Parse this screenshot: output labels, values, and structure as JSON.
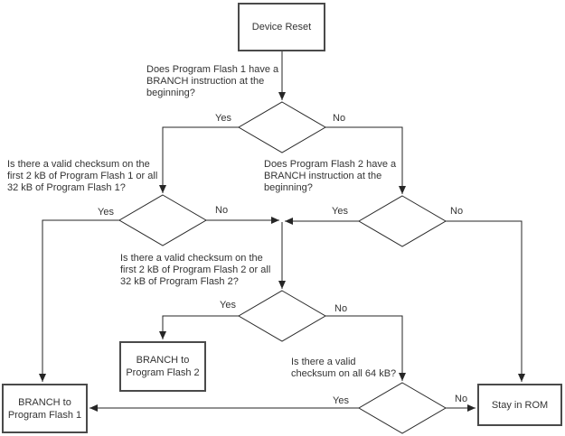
{
  "flowchart": {
    "background": "#ffffff",
    "line_color": "#262626",
    "text_color": "#333333",
    "nodes": {
      "device_reset": "Device Reset",
      "branch_pf2": "BRANCH to\nProgram Flash 2",
      "branch_pf1": "BRANCH to\nProgram Flash 1",
      "stay_rom": "Stay in ROM"
    },
    "decisions": {
      "d1": {
        "question": "Does Program Flash 1 have a\nBRANCH instruction at the\nbeginning?",
        "yes": "Yes",
        "no": "No"
      },
      "d2": {
        "question": "Is there a valid checksum on the\nfirst 2 kB of Program Flash 1 or all\n32 kB of Program Flash 1?",
        "yes": "Yes",
        "no": "No"
      },
      "d3": {
        "question": "Does Program Flash 2 have a\nBRANCH instruction at the\nbeginning?",
        "yes": "Yes",
        "no": "No"
      },
      "d4": {
        "question": "Is there a valid checksum on the\nfirst 2 kB of Program Flash 2 or all\n32 kB of Program Flash 2?",
        "yes": "Yes",
        "no": "No"
      },
      "d5": {
        "question": "Is there a valid\nchecksum on all 64 kB?",
        "yes": "Yes",
        "no": "No"
      }
    }
  }
}
